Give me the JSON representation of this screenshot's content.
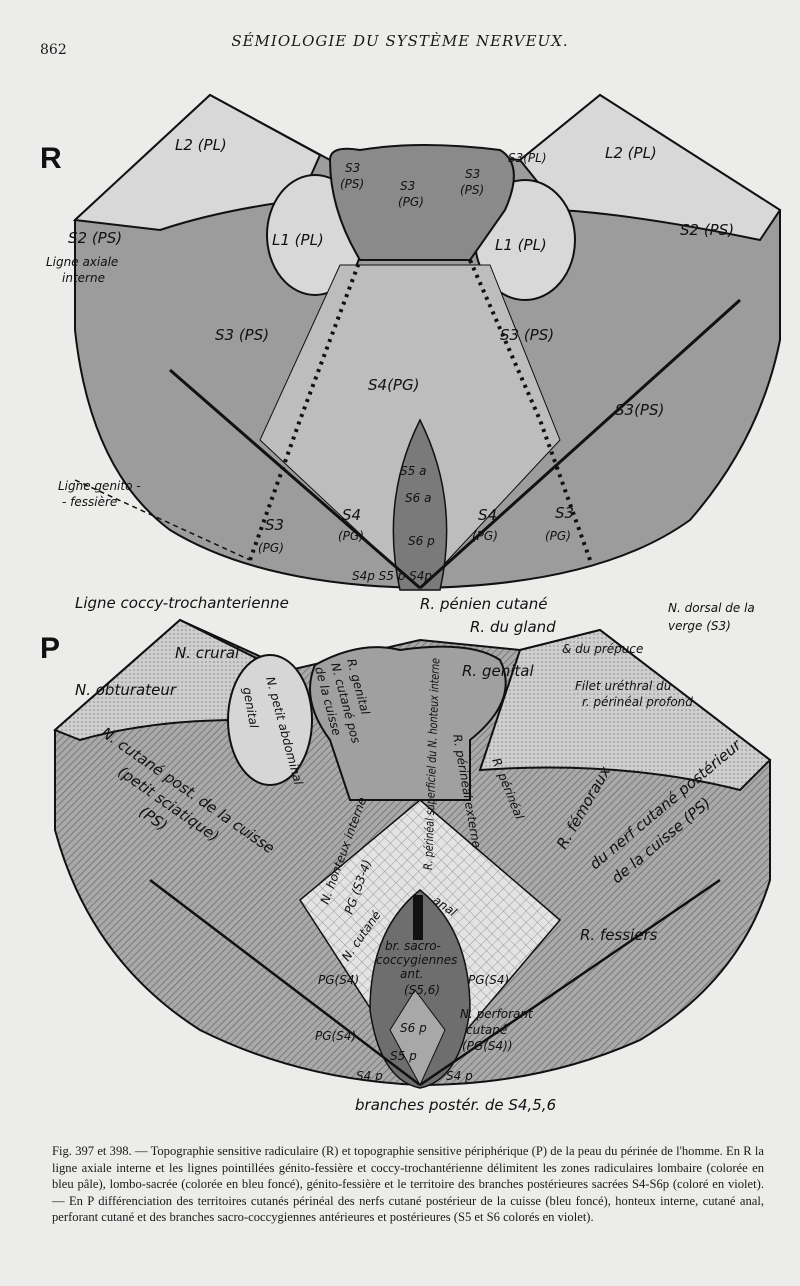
{
  "header": {
    "page_number": "862",
    "running_title": "SÉMIOLOGIE DU SYSTÈME NERVEUX."
  },
  "figure_r": {
    "panel": "R",
    "labels": {
      "l2_left": "L2 (PL)",
      "l2_right": "L2 (PL)",
      "s3_pl": "S3(PL)",
      "s3_ps_a": "S3",
      "s3_ps_a2": "(PS)",
      "s3_pg_top": "S3",
      "s3_pg_top2": "(PG)",
      "s3_ps_b": "S3",
      "s3_ps_b2": "(PS)",
      "l1_left": "L1 (PL)",
      "l1_right": "L1 (PL)",
      "s2_left": "S2 (PS)",
      "s2_right": "S2 (PS)",
      "axiale_1": "Ligne axiale",
      "axiale_2": "interne",
      "s3_ps_left": "S3 (PS)",
      "s3_ps_right": "S3 (PS)",
      "s3_ps_far": "S3(PS)",
      "s4_pg": "S4(PG)",
      "s5a": "S5 a",
      "s6a": "S6 a",
      "s6p": "S6 p",
      "genito_1": "Ligne genito -",
      "genito_2": "- fessière",
      "s3_pg_l1": "S3",
      "s3_pg_l2": "(PG)",
      "s4_pg_l1": "S4",
      "s4_pg_l2": "(PG)",
      "s4_pg_r1": "S4",
      "s4_pg_r2": "(PG)",
      "s3_pg_r1": "S3",
      "s3_pg_r2": "(PG)",
      "bottom": "S4p S5 p S4p",
      "coccy": "Ligne coccy-trochanterienne"
    }
  },
  "figure_p": {
    "panel": "P",
    "labels": {
      "crural": "N. crural",
      "obturateur": "N. obturateur",
      "petit_abdo": "N. petit abdominal",
      "genital_side": "genital",
      "r_genital_left": "R. genital",
      "cutane_pos": "N. cutané pos",
      "de_la_cuisse": "de la cuisse",
      "penien": "R. pénien cutané",
      "gland": "R. du gland",
      "prepuce": "& du prépuce",
      "dorsal_1": "N. dorsal de la",
      "dorsal_2": "verge (S3)",
      "r_genital_right": "R. genital",
      "filet_1": "Filet uréthral du",
      "filet_2": "r. périnéal profond",
      "cutane_post_1": "N. cutané post. de la cuisse",
      "cutane_post_2": "(petit sciatique)",
      "cutane_post_3": "(PS)",
      "femoraux": "R. fémoraux",
      "nerf_cutane_1": "du nerf cutané postérieur",
      "nerf_cutane_2": "de la cuisse (PS)",
      "honteux": "N. honteux interne",
      "pg_s34": "PG (S3-4)",
      "superficiel": "R. périnéal superficiel du N. honteux interne",
      "externe": "R. périnéal externe",
      "perineal": "R. périnéal",
      "cutane": "N. cutané",
      "anal": "anal",
      "fessiers": "R. fessiers",
      "br_1": "br. sacro-",
      "br_2": "coccygiennes",
      "br_3": "ant.",
      "br_4": "(S5,6)",
      "pg_s4_a": "PG(S4)",
      "pg_s4_b": "PG(S4)",
      "pg_s4_c": "PG(S4)",
      "perforant_1": "N. perforant",
      "perforant_2": "cutané",
      "perforant_3": "(PG(S4))",
      "s6p": "S6 p",
      "s5p": "S5 p",
      "s4p_l": "S4 p",
      "s4p_r": "S4 p",
      "branches": "branches postér. de S4,5,6"
    }
  },
  "caption": "Fig. 397 et 398. — Topographie sensitive radiculaire (R) et topographie sensitive périphérique (P) de la peau du périnée de l'homme. En R la ligne axiale interne et les lignes pointillées génito-fessière et coccy-trochantérienne délimitent les zones radiculaires lombaire (colorée en bleu pâle), lombo-sacrée (colorée en bleu foncé), génito-fessière et le territoire des branches postérieures sacrées S4-S6p (coloré en violet). — En P différenciation des territoires cutanés périnéal des nerfs cutané postérieur de la cuisse (bleu foncé), honteux interne, cutané anal, perforant cutané et des branches sacro-coccygiennes antérieures et postérieures (S5 et S6 colorés en violet)."
}
